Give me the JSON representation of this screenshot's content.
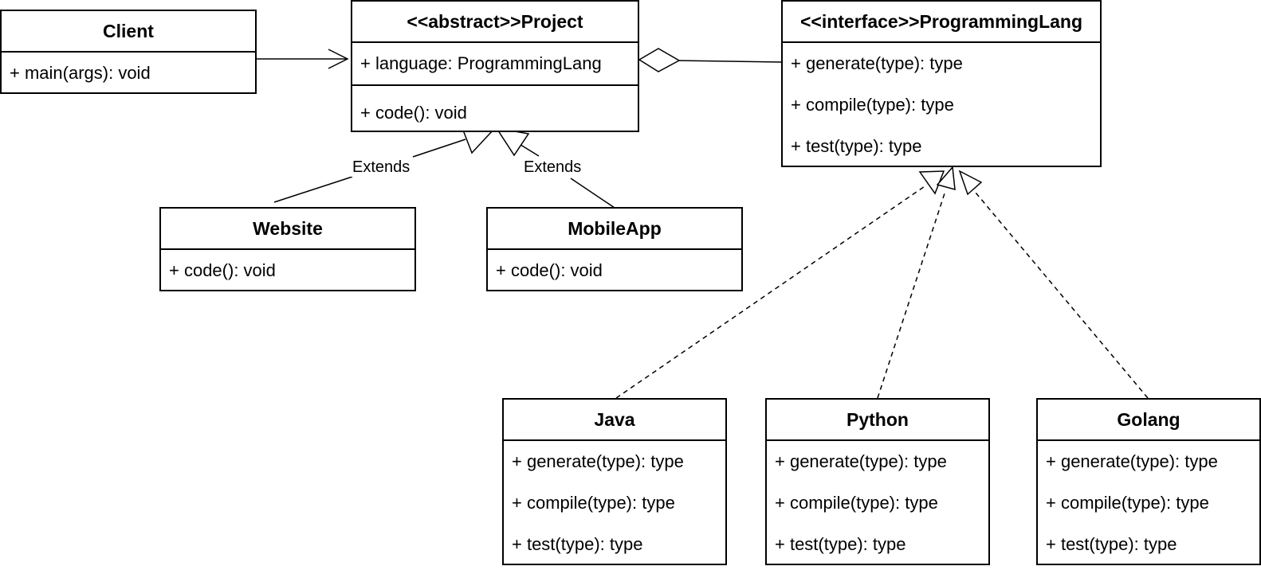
{
  "classes": {
    "client": {
      "name": "Client",
      "sections": [
        [
          "+ main(args): void"
        ]
      ]
    },
    "project": {
      "name": "<<abstract>>Project",
      "sections": [
        [
          "+ language: ProgrammingLang"
        ],
        [
          "+ code(): void"
        ]
      ]
    },
    "programming_lang": {
      "name": "<<interface>>ProgrammingLang",
      "sections": [
        [
          "+ generate(type): type",
          "+ compile(type): type",
          "+ test(type): type"
        ]
      ]
    },
    "website": {
      "name": "Website",
      "sections": [
        [
          "+ code(): void"
        ]
      ]
    },
    "mobile_app": {
      "name": "MobileApp",
      "sections": [
        [
          "+ code(): void"
        ]
      ]
    },
    "java": {
      "name": "Java",
      "sections": [
        [
          "+ generate(type): type",
          "+ compile(type): type",
          "+ test(type): type"
        ]
      ]
    },
    "python": {
      "name": "Python",
      "sections": [
        [
          "+ generate(type): type",
          "+ compile(type): type",
          "+ test(type): type"
        ]
      ]
    },
    "golang": {
      "name": "Golang",
      "sections": [
        [
          "+ generate(type): type",
          "+ compile(type): type",
          "+ test(type): type"
        ]
      ]
    }
  },
  "relationships": [
    {
      "id": "client-to-project",
      "type": "association",
      "from": "client",
      "to": "project",
      "label": ""
    },
    {
      "id": "project-has-language",
      "type": "aggregation",
      "from": "project",
      "to": "programming_lang",
      "label": ""
    },
    {
      "id": "website-extends-project",
      "type": "generalization",
      "from": "website",
      "to": "project",
      "label": "Extends"
    },
    {
      "id": "mobileapp-extends-project",
      "type": "generalization",
      "from": "mobile_app",
      "to": "project",
      "label": "Extends"
    },
    {
      "id": "java-implements",
      "type": "realization",
      "from": "java",
      "to": "programming_lang",
      "label": ""
    },
    {
      "id": "python-implements",
      "type": "realization",
      "from": "python",
      "to": "programming_lang",
      "label": ""
    },
    {
      "id": "golang-implements",
      "type": "realization",
      "from": "golang",
      "to": "programming_lang",
      "label": ""
    }
  ]
}
